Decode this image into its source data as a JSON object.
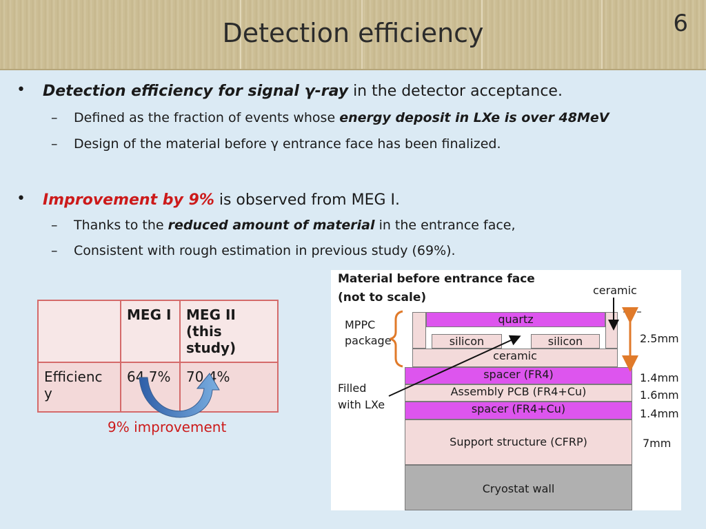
{
  "header": {
    "title": "Detection efficiency",
    "page_number": "6"
  },
  "bullets": {
    "b1": {
      "prefix": "Detection efficiency  for signal γ-ray",
      "rest": " in the detector acceptance."
    },
    "b1_sub1": {
      "pre": "Defined as  the fraction of events whose ",
      "emph": "energy deposit in LXe is over 48MeV"
    },
    "b1_sub2": "Design of the material before γ entrance face  has been finalized.",
    "b2": {
      "prefix": "Improvement by 9%",
      "rest": " is observed from MEG I."
    },
    "b2_sub1": {
      "pre": "Thanks to the ",
      "emph": "reduced amount of material",
      "post": " in the entrance face,"
    },
    "b2_sub2": "Consistent with rough estimation in previous study (69%)."
  },
  "table": {
    "headers": [
      "",
      "MEG I",
      "MEG II\n(this study)"
    ],
    "row_label": "Efficienc\ny",
    "meg1": "64.7%",
    "meg2": "70.4%"
  },
  "improvement_label": "9% improvement",
  "diagram": {
    "title1": "Material before entrance face",
    "title2": "(not to scale)",
    "ceramic_top": "ceramic",
    "mppc1": "MPPC",
    "mppc2": "package",
    "filled1": "Filled",
    "filled2": "with LXe",
    "layers": {
      "quartz": "quartz",
      "silicon_left": "silicon",
      "silicon_right": "silicon",
      "ceramic": "ceramic",
      "spacer1": "spacer (FR4)",
      "pcb": "Assembly PCB (FR4+Cu)",
      "spacer2": "spacer (FR4+Cu)",
      "support": "Support structure (CFRP)",
      "cryostat": "Cryostat wall"
    },
    "dims": {
      "d1": "2.5mm",
      "d2": "1.4mm",
      "d3": "1.6mm",
      "d4": "1.4mm",
      "d5": "7mm"
    }
  },
  "colors": {
    "magenta": "#dd55ee",
    "pink": "#f3dada",
    "red": "#cc1a1a",
    "orange": "#e07a2a"
  }
}
